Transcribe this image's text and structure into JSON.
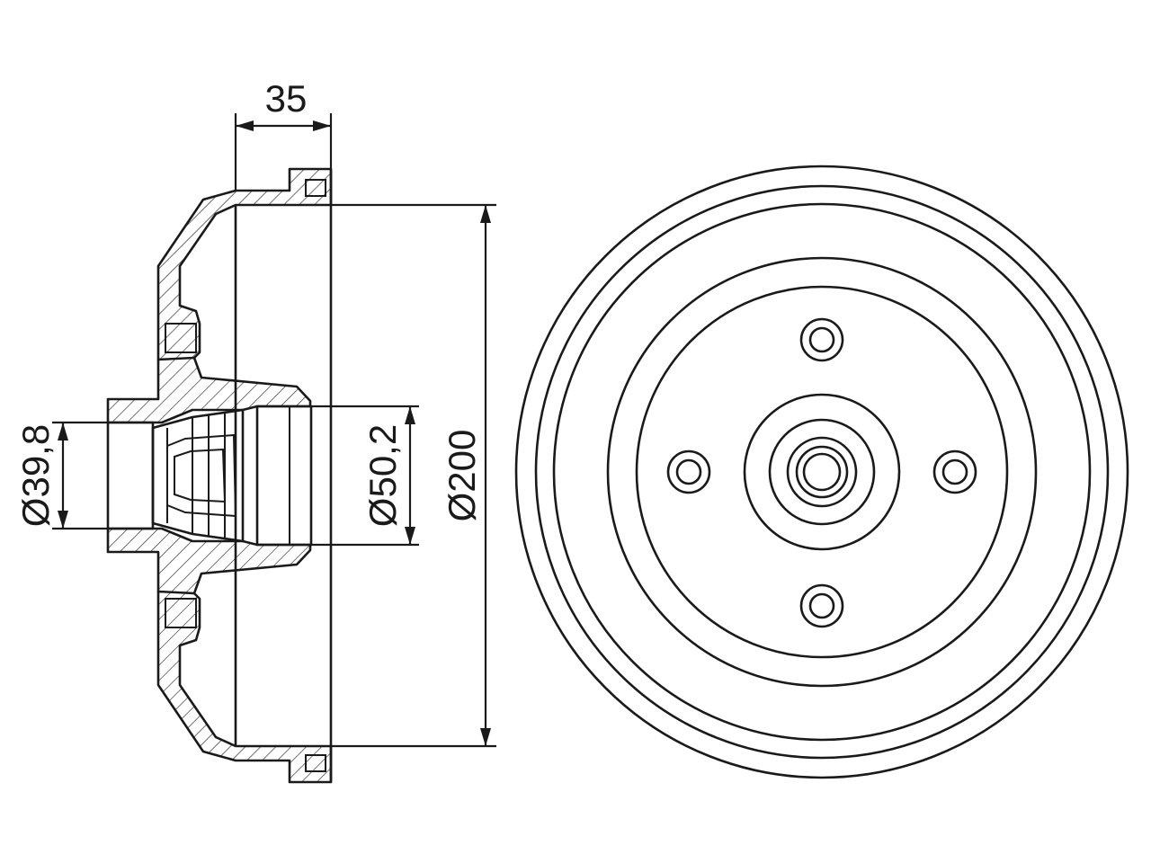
{
  "dimensions": {
    "width": "35",
    "bore_diameter": "Ø39,8",
    "hub_diameter": "Ø50,2",
    "drum_diameter": "Ø200"
  }
}
